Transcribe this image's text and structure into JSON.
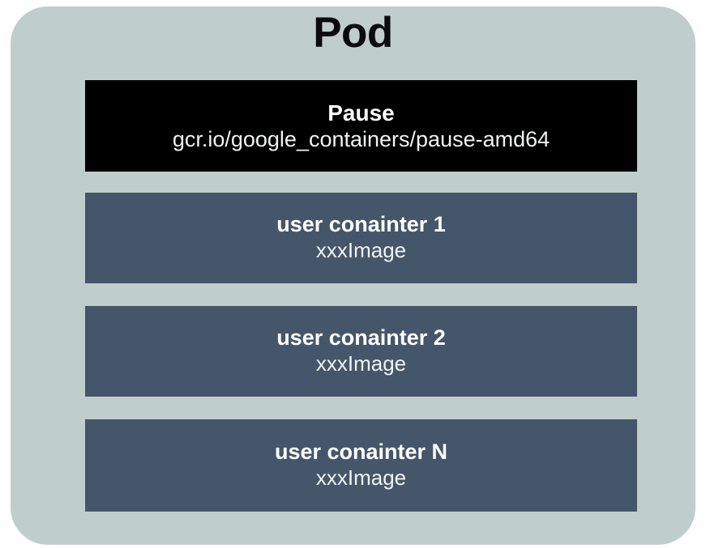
{
  "diagram": {
    "type": "block-diagram",
    "title": "Pod",
    "colors": {
      "pod_background": "#bfcecb",
      "pause_container": "#000000",
      "user_container": "#45566b",
      "title_text": "#0b0b0b",
      "box_text": "#ffffff",
      "page_background": "#ffffff"
    },
    "containers": [
      {
        "id": "pause",
        "name": "Pause",
        "image": "gcr.io/google_containers/pause-amd64",
        "color": "#000000"
      },
      {
        "id": "user-1",
        "name": "user conainter 1",
        "image": "xxxImage",
        "color": "#45566b"
      },
      {
        "id": "user-2",
        "name": "user conainter 2",
        "image": "xxxImage",
        "color": "#45566b"
      },
      {
        "id": "user-3",
        "name": "user conainter N",
        "image": "xxxImage",
        "color": "#45566b"
      }
    ]
  }
}
